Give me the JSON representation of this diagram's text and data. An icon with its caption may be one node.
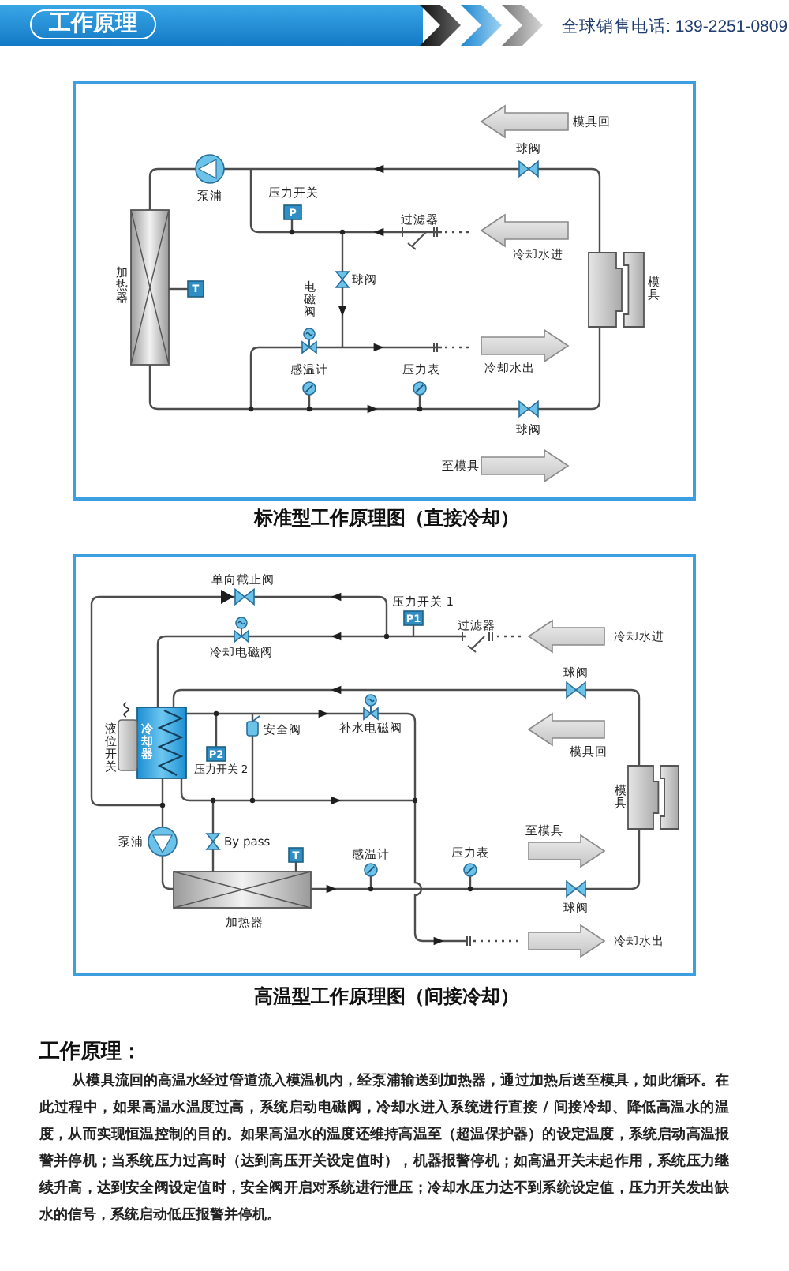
{
  "diagram": {
    "title": "工作原理",
    "labels": [
      "全球销售电话: 139-2251-0809",
      "模具回",
      "球阀",
      "压力开关",
      "泵浦",
      "P",
      "过滤器",
      "冷却水进",
      "球阀",
      "加热器",
      "T",
      "模具",
      "电磁阀",
      "冷却水出",
      "感温计",
      "压力表",
      "球阀",
      "至模具",
      "标准型工作原理图（直接冷却）",
      "单向截止阀",
      "压力开关 1",
      "P1",
      "过滤器",
      "冷却水进",
      "冷却电磁阀",
      "球阀",
      "安全阀",
      "补水电磁阀",
      "冷却器",
      "液位开关",
      "模具回",
      "P2",
      "压力开关 2",
      "模具",
      "至模具",
      "泵浦",
      "By pass",
      "感温计",
      "压力表",
      "T",
      "球阀",
      "加热器",
      "冷却水出",
      "高温型工作原理图（间接冷却）",
      "工作原理：",
      "从模具流回的高温水经过管道流入模温机内，经泵浦输送到加热器，通过加热后送至模具，如此循环。在此过程中，如果高温水温度过高，系统启动电磁阀，冷却水进入系统进行直接 / 间接冷却、降低高温水的温度，从而实现恒温控制的目的。如果高温水的温度还维持高温至（超温保护器）的设定温度，系统启动高温报警并停机；当系统压力过高时（达到高压开关设定值时），机器报警停机；如高温开关未起作用，系统压力继续升高，达到安全阀设定值时，安全阀开启对系统进行泄压；冷却水压力达不到系统设定值，压力开关发出缺水的信号，系统启动低压报警并停机。"
    ]
  }
}
